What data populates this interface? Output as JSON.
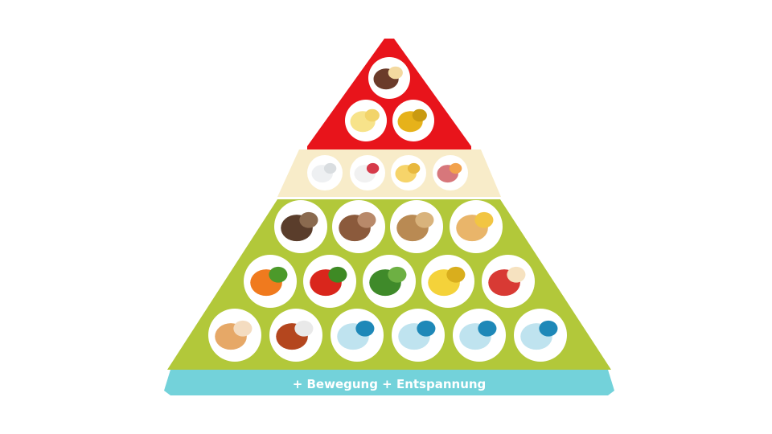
{
  "pyramid": {
    "footer_text": "+ Bewegung + Entspannung",
    "colors": {
      "top": "#e8141b",
      "dairy": "#f8ecc9",
      "base": "#b2c83a",
      "band": "#73d2da",
      "circle": "#ffffff"
    },
    "tiers": [
      {
        "name": "sweets-fats",
        "items": [
          {
            "icon": "sweets-chocolate-icon",
            "color": "#6b3b2a",
            "accent": "#f3d9a0"
          },
          {
            "icon": "butter-icon",
            "color": "#f7e38a",
            "accent": "#f2d46a"
          },
          {
            "icon": "oil-bottle-icon",
            "color": "#e6b21a",
            "accent": "#c99a10"
          }
        ]
      },
      {
        "name": "dairy-protein",
        "items": [
          {
            "icon": "milk-glass-icon",
            "color": "#eef0f2",
            "accent": "#d9dde0"
          },
          {
            "icon": "yogurt-bowl-icon",
            "color": "#f1f1f1",
            "accent": "#d63a4a"
          },
          {
            "icon": "cheese-icon",
            "color": "#f6d46a",
            "accent": "#e8b83e"
          },
          {
            "icon": "meat-fish-egg-icon",
            "color": "#d7777b",
            "accent": "#f2a24c"
          }
        ]
      },
      {
        "name": "grains",
        "items": [
          {
            "icon": "dark-bread-icon",
            "color": "#5a3d2b",
            "accent": "#8a6a4f"
          },
          {
            "icon": "wholegrain-bread-icon",
            "color": "#8b5a3c",
            "accent": "#b8896a"
          },
          {
            "icon": "muesli-rolls-icon",
            "color": "#b98a53",
            "accent": "#d9b37c"
          },
          {
            "icon": "potatoes-pasta-icon",
            "color": "#e9b56a",
            "accent": "#f2c542"
          }
        ]
      },
      {
        "name": "vegetables-fruit",
        "items": [
          {
            "icon": "carrots-icon",
            "color": "#f07a1e",
            "accent": "#4c9a2a"
          },
          {
            "icon": "tomato-icon",
            "color": "#d9261c",
            "accent": "#3e8a24"
          },
          {
            "icon": "broccoli-icon",
            "color": "#3f8a2a",
            "accent": "#6db043"
          },
          {
            "icon": "bananas-icon",
            "color": "#f4d23a",
            "accent": "#d9ae1d"
          },
          {
            "icon": "apples-icon",
            "color": "#d83a34",
            "accent": "#f6e2c0"
          }
        ]
      },
      {
        "name": "drinks",
        "items": [
          {
            "icon": "iced-tea-icon",
            "color": "#e6a867",
            "accent": "#f4dcc0"
          },
          {
            "icon": "tea-cup-icon",
            "color": "#b4461e",
            "accent": "#e9e9e9"
          },
          {
            "icon": "water-bottles-icon",
            "color": "#bfe3ef",
            "accent": "#1e88b8"
          },
          {
            "icon": "water-bottles-icon",
            "color": "#bfe3ef",
            "accent": "#1e88b8"
          },
          {
            "icon": "water-bottles-icon",
            "color": "#bfe3ef",
            "accent": "#1e88b8"
          },
          {
            "icon": "water-bottles-icon",
            "color": "#bfe3ef",
            "accent": "#1e88b8"
          }
        ]
      }
    ]
  }
}
